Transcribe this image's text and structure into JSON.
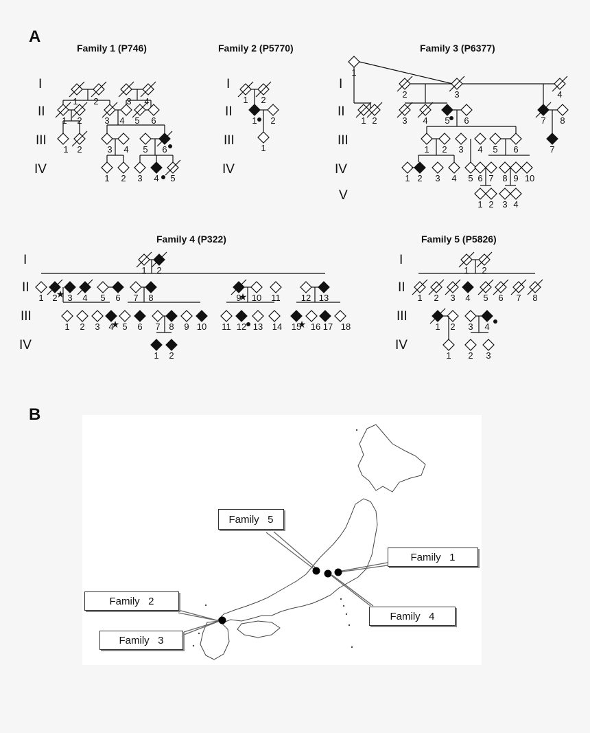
{
  "panels": {
    "a": "A",
    "b": "B"
  },
  "generations": [
    "I",
    "II",
    "III",
    "IV",
    "V"
  ],
  "families": [
    {
      "title": "Family 1 (P746)"
    },
    {
      "title": "Family 2 (P5770)"
    },
    {
      "title": "Family 3 (P6377)"
    },
    {
      "title": "Family 4 (P322)"
    },
    {
      "title": "Family 5 (P5826)"
    }
  ],
  "map": {
    "callouts": [
      {
        "label": "Family   5"
      },
      {
        "label": "Family   1"
      },
      {
        "label": "Family   2"
      },
      {
        "label": "Family   3"
      },
      {
        "label": "Family   4"
      }
    ],
    "colors": {
      "land": "#ffffff",
      "coast": "#444444",
      "dot": "#000000"
    }
  },
  "legend_symbols": {
    "affected": "filled diamond",
    "unaffected": "open diamond",
    "deceased": "slash",
    "proband_marker": "dot",
    "star_marker": "star"
  }
}
